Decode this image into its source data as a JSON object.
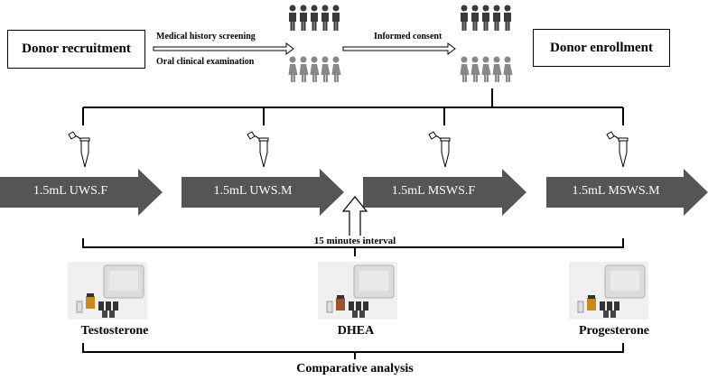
{
  "boxes": {
    "recruitment": "Donor recruitment",
    "enrollment": "Donor enrollment"
  },
  "screening": {
    "line1": "Medical history screening",
    "line2": "Oral clinical examination"
  },
  "consent": "Informed consent",
  "samples": [
    "1.5mL UWS.F",
    "1.5mL UWS.M",
    "1.5mL MSWS.F",
    "1.5mL MSWS.M"
  ],
  "interval": "15 minutes interval",
  "kits": [
    "Testosterone",
    "DHEA",
    "Progesterone"
  ],
  "final": "Comparative analysis",
  "colors": {
    "arrow_fill": "#555555",
    "people_dark": "#3a3a3a",
    "people_light": "#888888"
  },
  "icons": {
    "people": "person-group-icon",
    "tube": "test-tube-icon",
    "kit": "elisa-kit-image"
  }
}
